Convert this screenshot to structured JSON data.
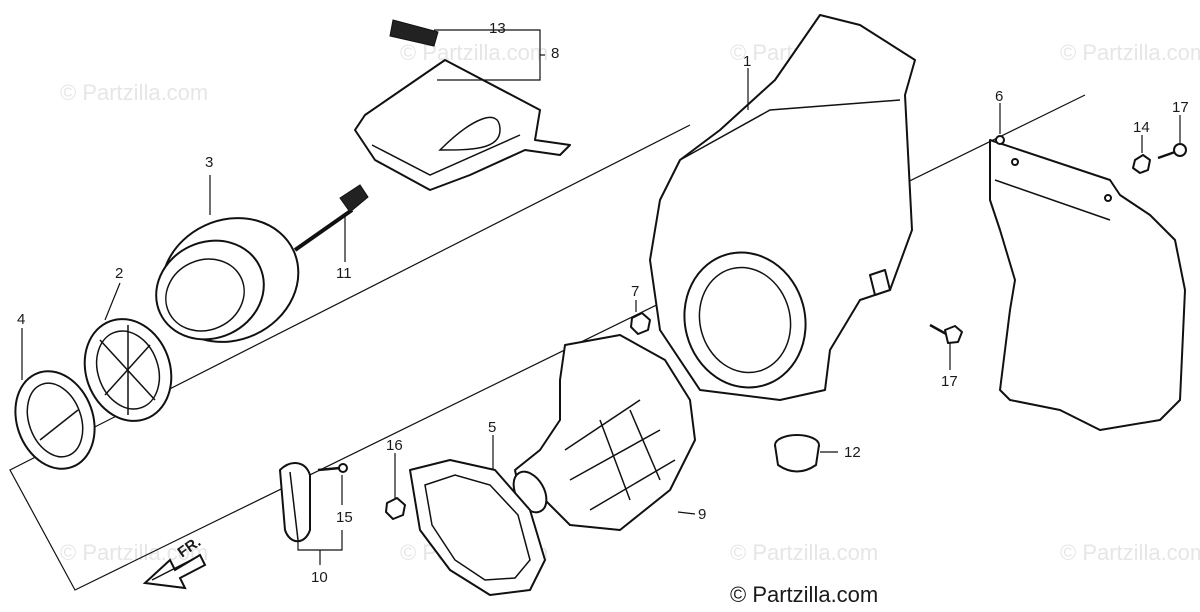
{
  "watermarks": [
    "© Partzilla.com",
    "© Partzilla.com",
    "© Partzilla.com",
    "© Partzilla.com",
    "© Partzilla.com",
    "© Partzilla.com",
    "© Partzilla.com",
    "© Partzilla.com"
  ],
  "copyright": "© Partzilla.com",
  "front_marker": "FR.",
  "callouts": {
    "c1": "1",
    "c2": "2",
    "c3": "3",
    "c4": "4",
    "c5": "5",
    "c6": "6",
    "c7": "7",
    "c8": "8",
    "c9": "9",
    "c10": "10",
    "c11": "11",
    "c12": "12",
    "c13": "13",
    "c14": "14",
    "c15": "15",
    "c16": "16",
    "c17a": "17",
    "c17b": "17"
  }
}
